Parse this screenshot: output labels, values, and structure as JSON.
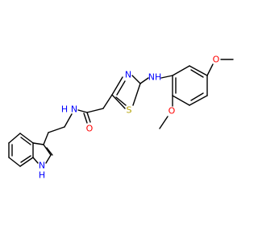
{
  "molecule": {
    "colors": {
      "bond": "#000000",
      "nitrogen": "#0000ff",
      "oxygen": "#ff0000",
      "sulfur": "#b3a100"
    },
    "atoms": {
      "nh_aniline": "NH",
      "n_thiazole": "N",
      "s_thiazole": "S",
      "o_methoxy_top": "O",
      "o_methoxy_bottom": "O",
      "o_carbonyl": "O",
      "n_amide": "N",
      "h_amide": "H",
      "n_indole": "N",
      "h_indole": "H"
    }
  }
}
